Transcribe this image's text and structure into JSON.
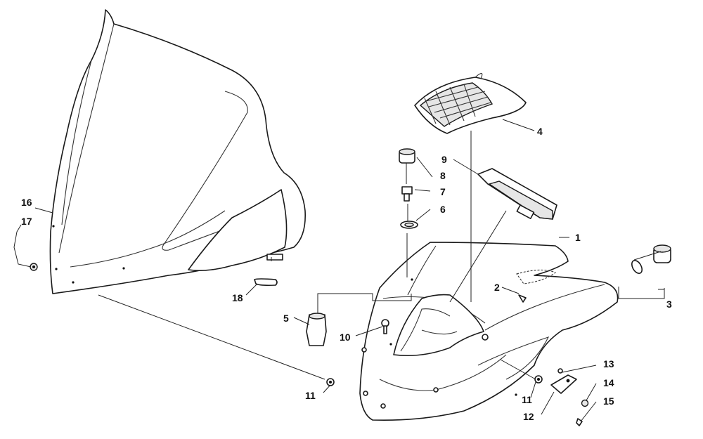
{
  "callouts": [
    {
      "id": "c1",
      "text": "1"
    },
    {
      "id": "c2",
      "text": "2"
    },
    {
      "id": "c3",
      "text": "3"
    },
    {
      "id": "c4",
      "text": "4"
    },
    {
      "id": "c5",
      "text": "5"
    },
    {
      "id": "c6",
      "text": "6"
    },
    {
      "id": "c7",
      "text": "7"
    },
    {
      "id": "c8",
      "text": "8"
    },
    {
      "id": "c9",
      "text": "9"
    },
    {
      "id": "c10",
      "text": "10"
    },
    {
      "id": "c11a",
      "text": "11"
    },
    {
      "id": "c11b",
      "text": "11"
    },
    {
      "id": "c12",
      "text": "12"
    },
    {
      "id": "c13",
      "text": "13"
    },
    {
      "id": "c14",
      "text": "14"
    },
    {
      "id": "c15",
      "text": "15"
    },
    {
      "id": "c16",
      "text": "16"
    },
    {
      "id": "c17",
      "text": "17"
    },
    {
      "id": "c18",
      "text": "18"
    }
  ]
}
